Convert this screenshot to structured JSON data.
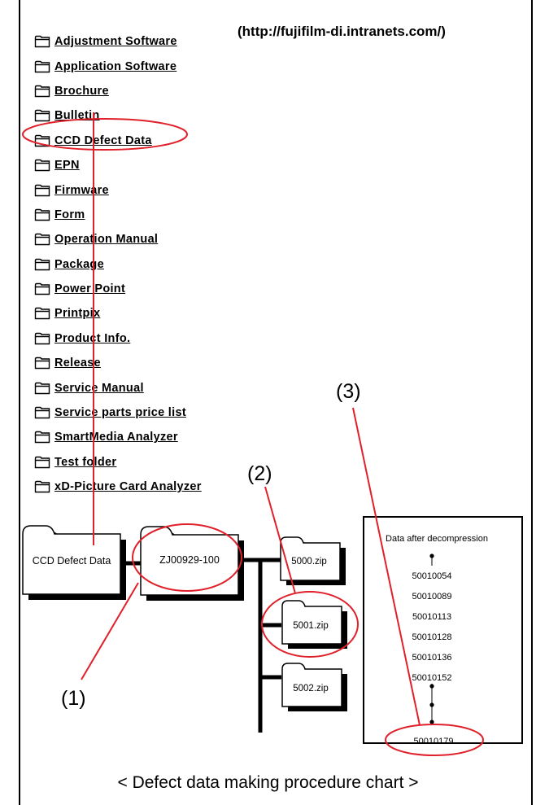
{
  "url": "(http://fujifilm-di.intranets.com/)",
  "folders": [
    {
      "label": "Adjustment Software"
    },
    {
      "label": "Application Software"
    },
    {
      "label": "Brochure"
    },
    {
      "label": "Bulletin"
    },
    {
      "label": "CCD Defect Data"
    },
    {
      "label": "EPN"
    },
    {
      "label": "Firmware"
    },
    {
      "label": "Form"
    },
    {
      "label": "Operation Manual"
    },
    {
      "label": "Package"
    },
    {
      "label": "Power Point"
    },
    {
      "label": "Printpix"
    },
    {
      "label": "Product Info."
    },
    {
      "label": "Release"
    },
    {
      "label": "Service Manual"
    },
    {
      "label": "Service parts price list"
    },
    {
      "label": "SmartMedia Analyzer"
    },
    {
      "label": "Test folder"
    },
    {
      "label": "xD-Picture Card Analyzer"
    }
  ],
  "diagram": {
    "root_folder": "CCD Defect Data",
    "sub_folder": "ZJ00929-100",
    "zip_files": [
      "5000.zip",
      "5001.zip",
      "5002.zip"
    ],
    "callouts": [
      "(1)",
      "(2)",
      "(3)"
    ],
    "data_box": {
      "title": "Data after decompression",
      "entries": [
        "50010054",
        "50010089",
        "50010113",
        "50010128",
        "50010136",
        "50010152"
      ],
      "last_entry": "50010179"
    }
  },
  "caption": "< Defect data making procedure chart >",
  "colors": {
    "highlight": "#e0202a",
    "line": "#000000"
  }
}
